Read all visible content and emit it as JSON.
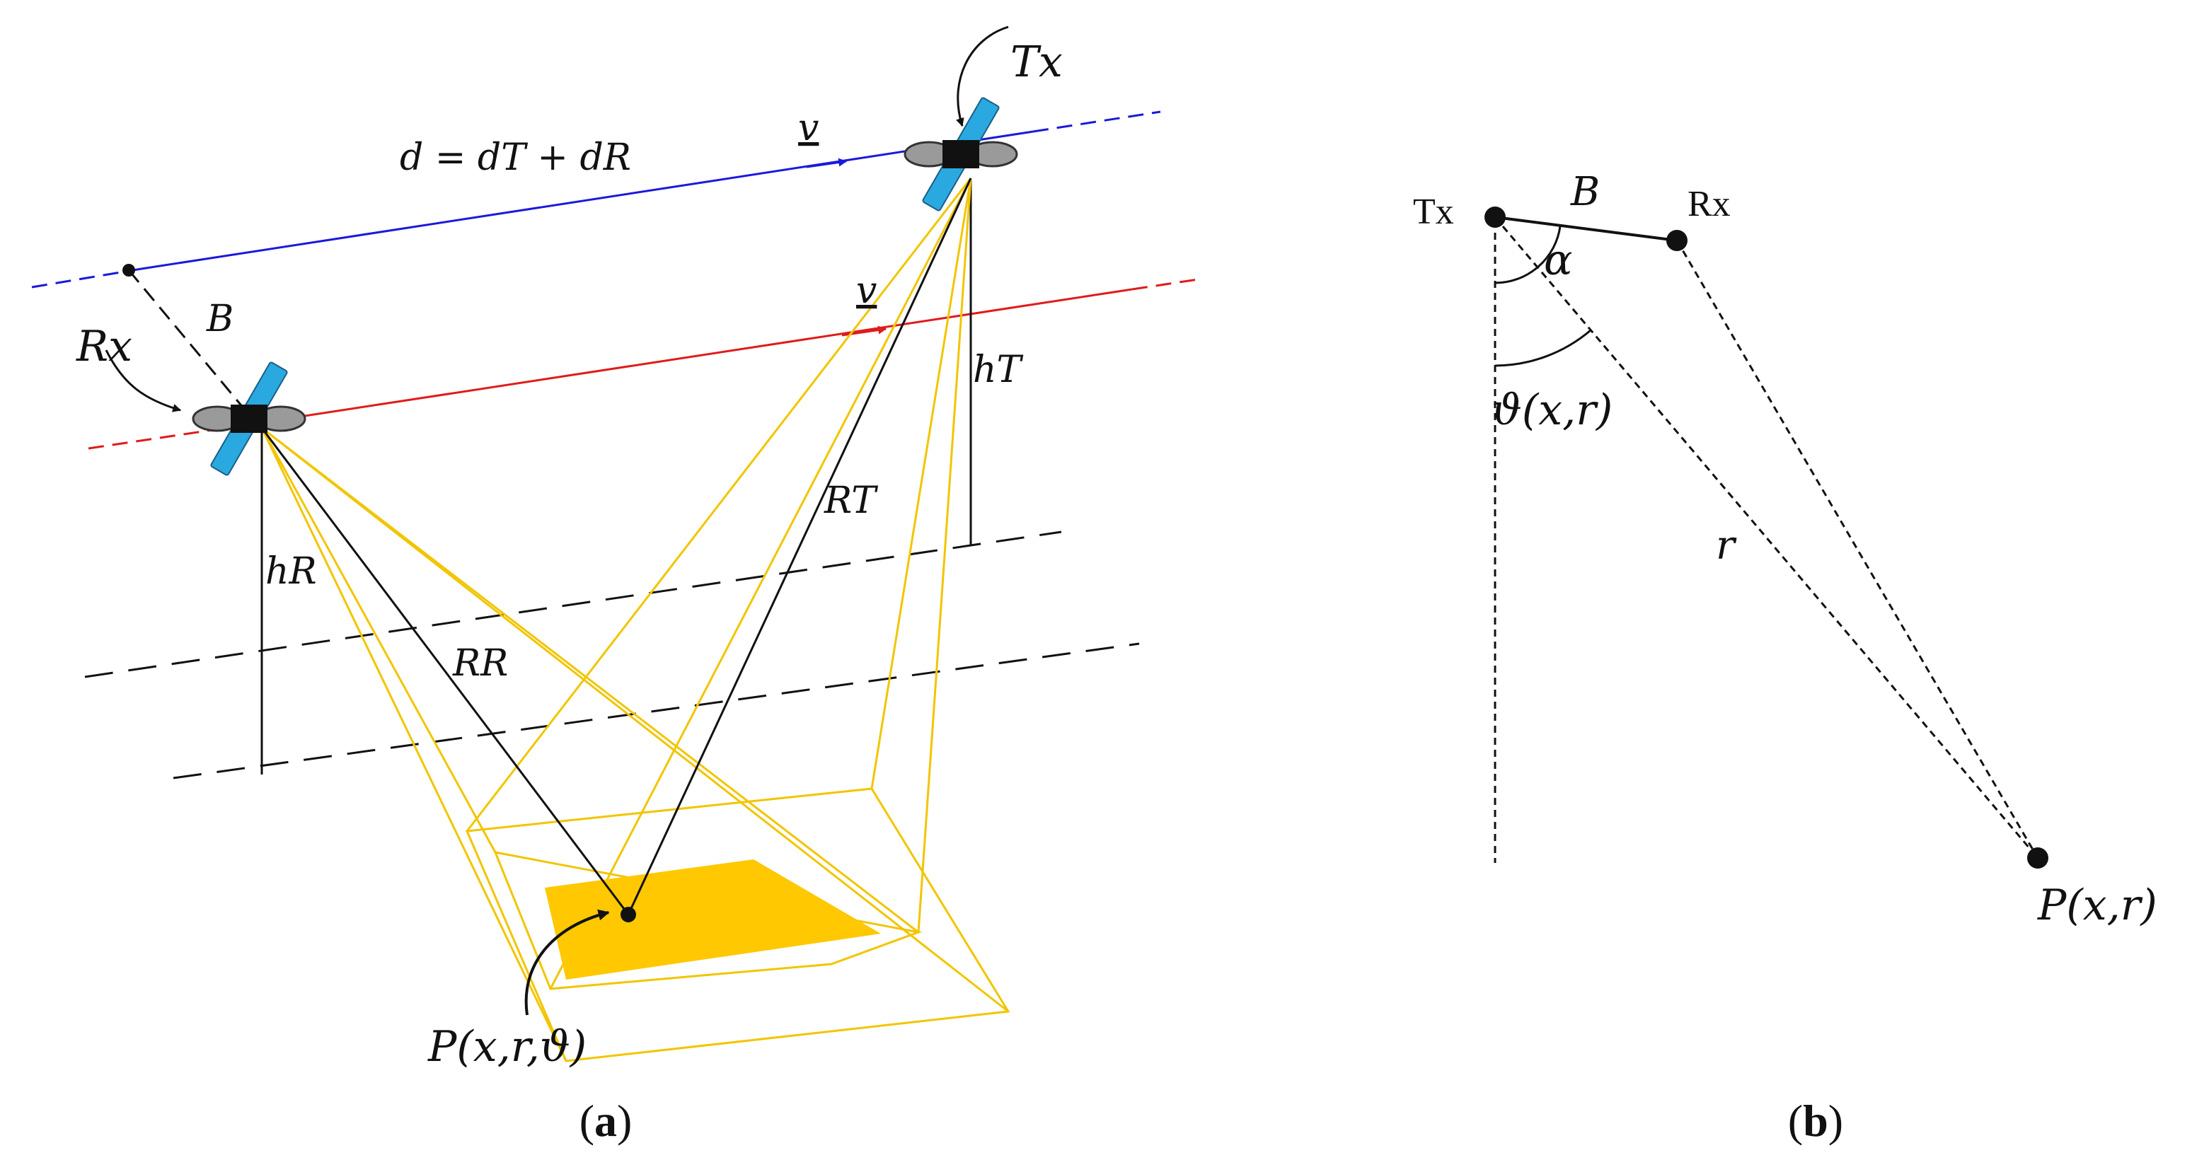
{
  "panel_a": {
    "caption_open": "(",
    "caption_letter": "a",
    "caption_close": ")",
    "tx_label": "Tx",
    "rx_label": "Rx",
    "distance_eq": "d = dT + dR",
    "velocity_top": "v",
    "velocity_mid": "v",
    "baseline": "B",
    "h_t": "hT",
    "h_r": "hR",
    "r_t": "RT",
    "r_r": "RR",
    "point": "P(x,r,ϑ)"
  },
  "panel_b": {
    "caption_open": "(",
    "caption_letter": "b",
    "caption_close": ")",
    "tx_label": "Tx",
    "rx_label": "Rx",
    "baseline": "B",
    "alpha": "α",
    "theta": "ϑ(x,r)",
    "range": "r",
    "point": "P(x,r)"
  },
  "colors": {
    "tx_orbit": "#1a1adb",
    "rx_orbit": "#e01b1b",
    "beam": "#f2c500",
    "footprint_fill": "#ffc800",
    "solar_panel": "#2aa9e0"
  }
}
